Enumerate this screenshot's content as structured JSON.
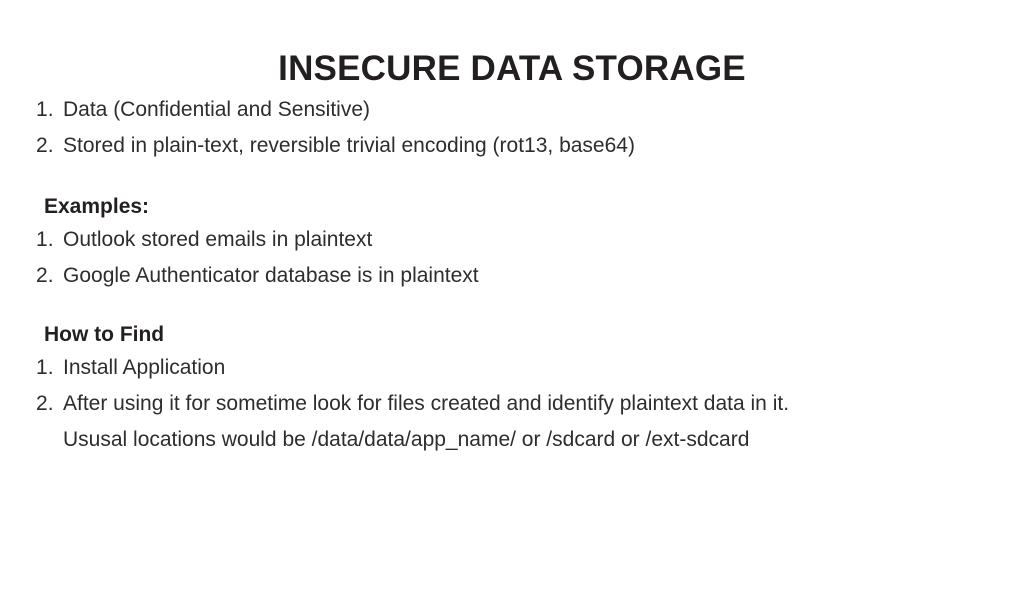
{
  "slide": {
    "title": "INSECURE DATA STORAGE",
    "background_color": "#ffffff",
    "text_color": "#2d2d2d",
    "heading_color": "#231f20",
    "intro_list": [
      "Data (Confidential and Sensitive)",
      "Stored in plain-text, reversible trivial encoding (rot13, base64)"
    ],
    "examples_heading": "Examples:",
    "examples_list": [
      "Outlook stored emails in plaintext",
      "Google Authenticator database is in plaintext"
    ],
    "howto_heading": "How to Find",
    "howto_list": [
      {
        "line1": "Install Application",
        "line2": ""
      },
      {
        "line1": "After using it for sometime look for files created and identify plaintext data in it.",
        "line2": "Ususal locations would be /data/data/app_name/ or /sdcard or /ext-sdcard"
      }
    ]
  }
}
